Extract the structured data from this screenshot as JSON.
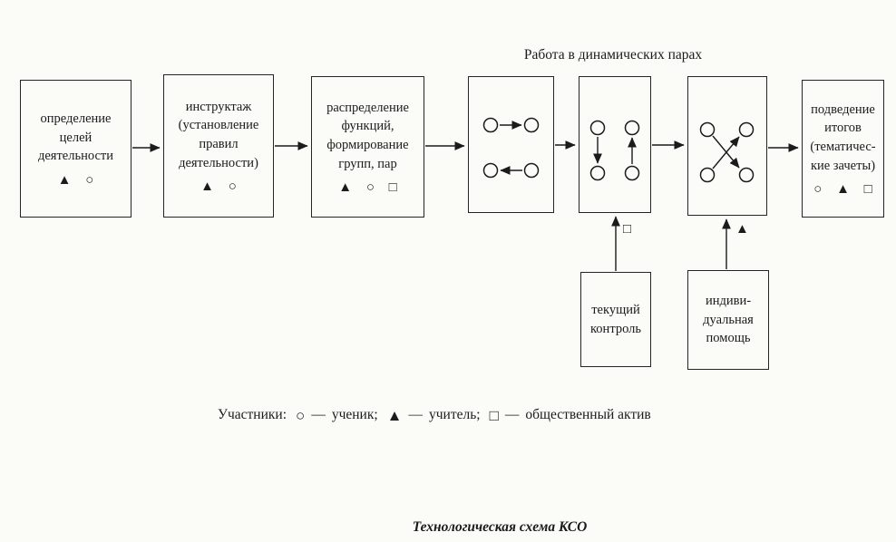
{
  "top_label": "Работа в динамических парах",
  "steps": [
    {
      "text": "определение\nцелей\nдеятельности",
      "icons": [
        {
          "glyph": "▲"
        },
        {
          "glyph": "○"
        }
      ]
    },
    {
      "text": "инструктаж\n(установление\nправил\nдеятельности)",
      "icons": [
        {
          "glyph": "▲"
        },
        {
          "glyph": "○"
        }
      ]
    },
    {
      "text": "распределение\nфункций,\nформирование\nгрупп, пар",
      "icons": [
        {
          "glyph": "▲"
        },
        {
          "glyph": "○"
        },
        {
          "glyph": "□"
        }
      ]
    },
    {
      "text": "подведение\nитогов\n(тематичес-\nкие зачеты)",
      "icons": [
        {
          "glyph": "○"
        },
        {
          "glyph": "▲"
        },
        {
          "glyph": "□"
        }
      ]
    }
  ],
  "support_boxes": [
    {
      "text": "текущий\nконтроль",
      "arrow_icon": "□"
    },
    {
      "text": "индиви-\nдуальная\nпомощь",
      "arrow_icon": "▲"
    }
  ],
  "legend": {
    "prefix": "Участники:",
    "items": [
      {
        "glyph": "○",
        "sep": "—",
        "label": "ученик;"
      },
      {
        "glyph": "▲",
        "sep": "—",
        "label": "учитель;"
      },
      {
        "glyph": "□",
        "sep": "—",
        "label": "общественный актив"
      }
    ]
  },
  "caption": "Технологическая схема КСО",
  "colors": {
    "ink": "#1b1b1b",
    "paper": "#fbfbf8"
  }
}
